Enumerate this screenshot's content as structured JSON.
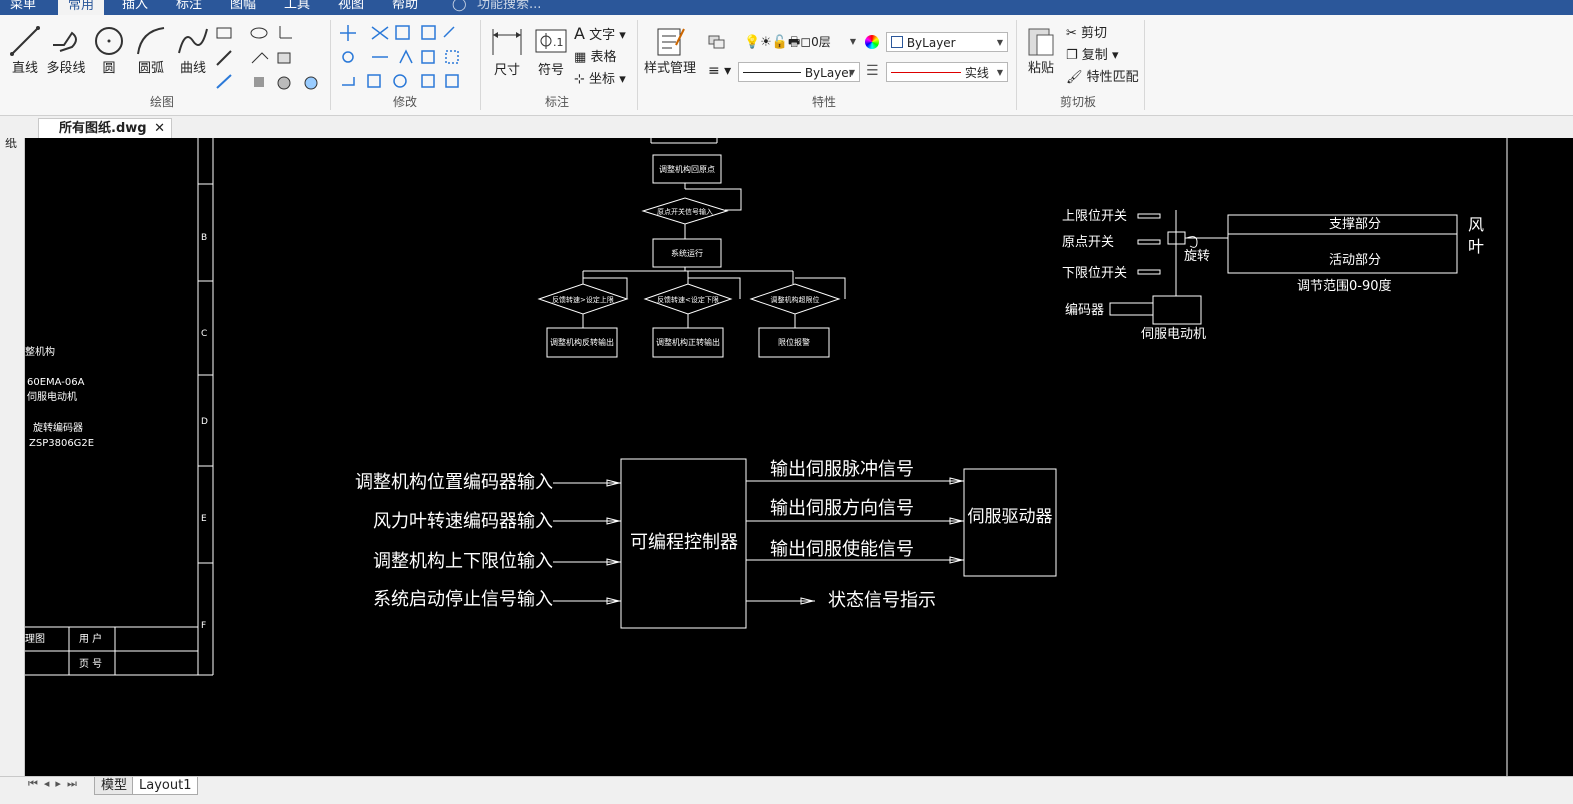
{
  "menu": [
    "菜单",
    "常用",
    "插入",
    "标注",
    "图幅",
    "工具",
    "视图",
    "帮助"
  ],
  "menu_search_placeholder": "功能搜索...",
  "ribbon": {
    "draw_tools": [
      "直线",
      "多段线",
      "圆",
      "圆弧",
      "曲线"
    ],
    "draw_group": "绘图",
    "modify_group": "修改",
    "annotate": {
      "dimension": "尺寸",
      "symbol": "符号",
      "text": "文字",
      "table": "表格",
      "coordinate": "坐标",
      "group": "标注"
    },
    "style_manager": "样式管理",
    "properties": {
      "layer_name": "0层",
      "color": "ByLayer",
      "linetype": "ByLayer",
      "lineweight": "实线",
      "group": "特性"
    },
    "clipboard": {
      "paste": "粘贴",
      "cut": "剪切",
      "copy": "复制",
      "match": "特性匹配",
      "group": "剪切板"
    }
  },
  "doc_tab": "所有图纸.dwg",
  "side_panel_label": "图纸",
  "layout_tabs": [
    "模型",
    "Layout1"
  ],
  "drawing": {
    "border_letters": [
      "B",
      "C",
      "D",
      "E",
      "F"
    ],
    "left_notes": [
      "整机构",
      "60EMA-06A",
      "伺服电动机",
      "旋转编码器",
      "ZSP3806G2E"
    ],
    "title_block": [
      "理图",
      "用 户",
      "页 号"
    ],
    "flow": {
      "box1": "调整机构回原点",
      "dec1": "原点开关信号输入",
      "box2": "系统运行",
      "dec2": "反馈转速>设定上限",
      "dec3": "反馈转速<设定下限",
      "dec4": "调整机构超限位",
      "out1": "调整机构反转输出",
      "out2": "调整机构正转输出",
      "out3": "限位报警"
    },
    "mech": {
      "upper_limit": "上限位开关",
      "origin": "原点开关",
      "lower_limit": "下限位开关",
      "encoder": "编码器",
      "motor": "伺服电动机",
      "rotate": "旋转",
      "support": "支撑部分",
      "active": "活动部分",
      "range": "调节范围0-90度",
      "fan_blade": "风\n叶"
    },
    "plc": {
      "inputs": [
        "调整机构位置编码器输入",
        "风力叶转速编码器输入",
        "调整机构上下限位输入",
        "系统启动停止信号输入"
      ],
      "controller": "可编程控制器",
      "outputs": [
        "输出伺服脉冲信号",
        "输出伺服方向信号",
        "输出伺服使能信号"
      ],
      "driver": "伺服驱动器",
      "status": "状态信号指示"
    }
  }
}
